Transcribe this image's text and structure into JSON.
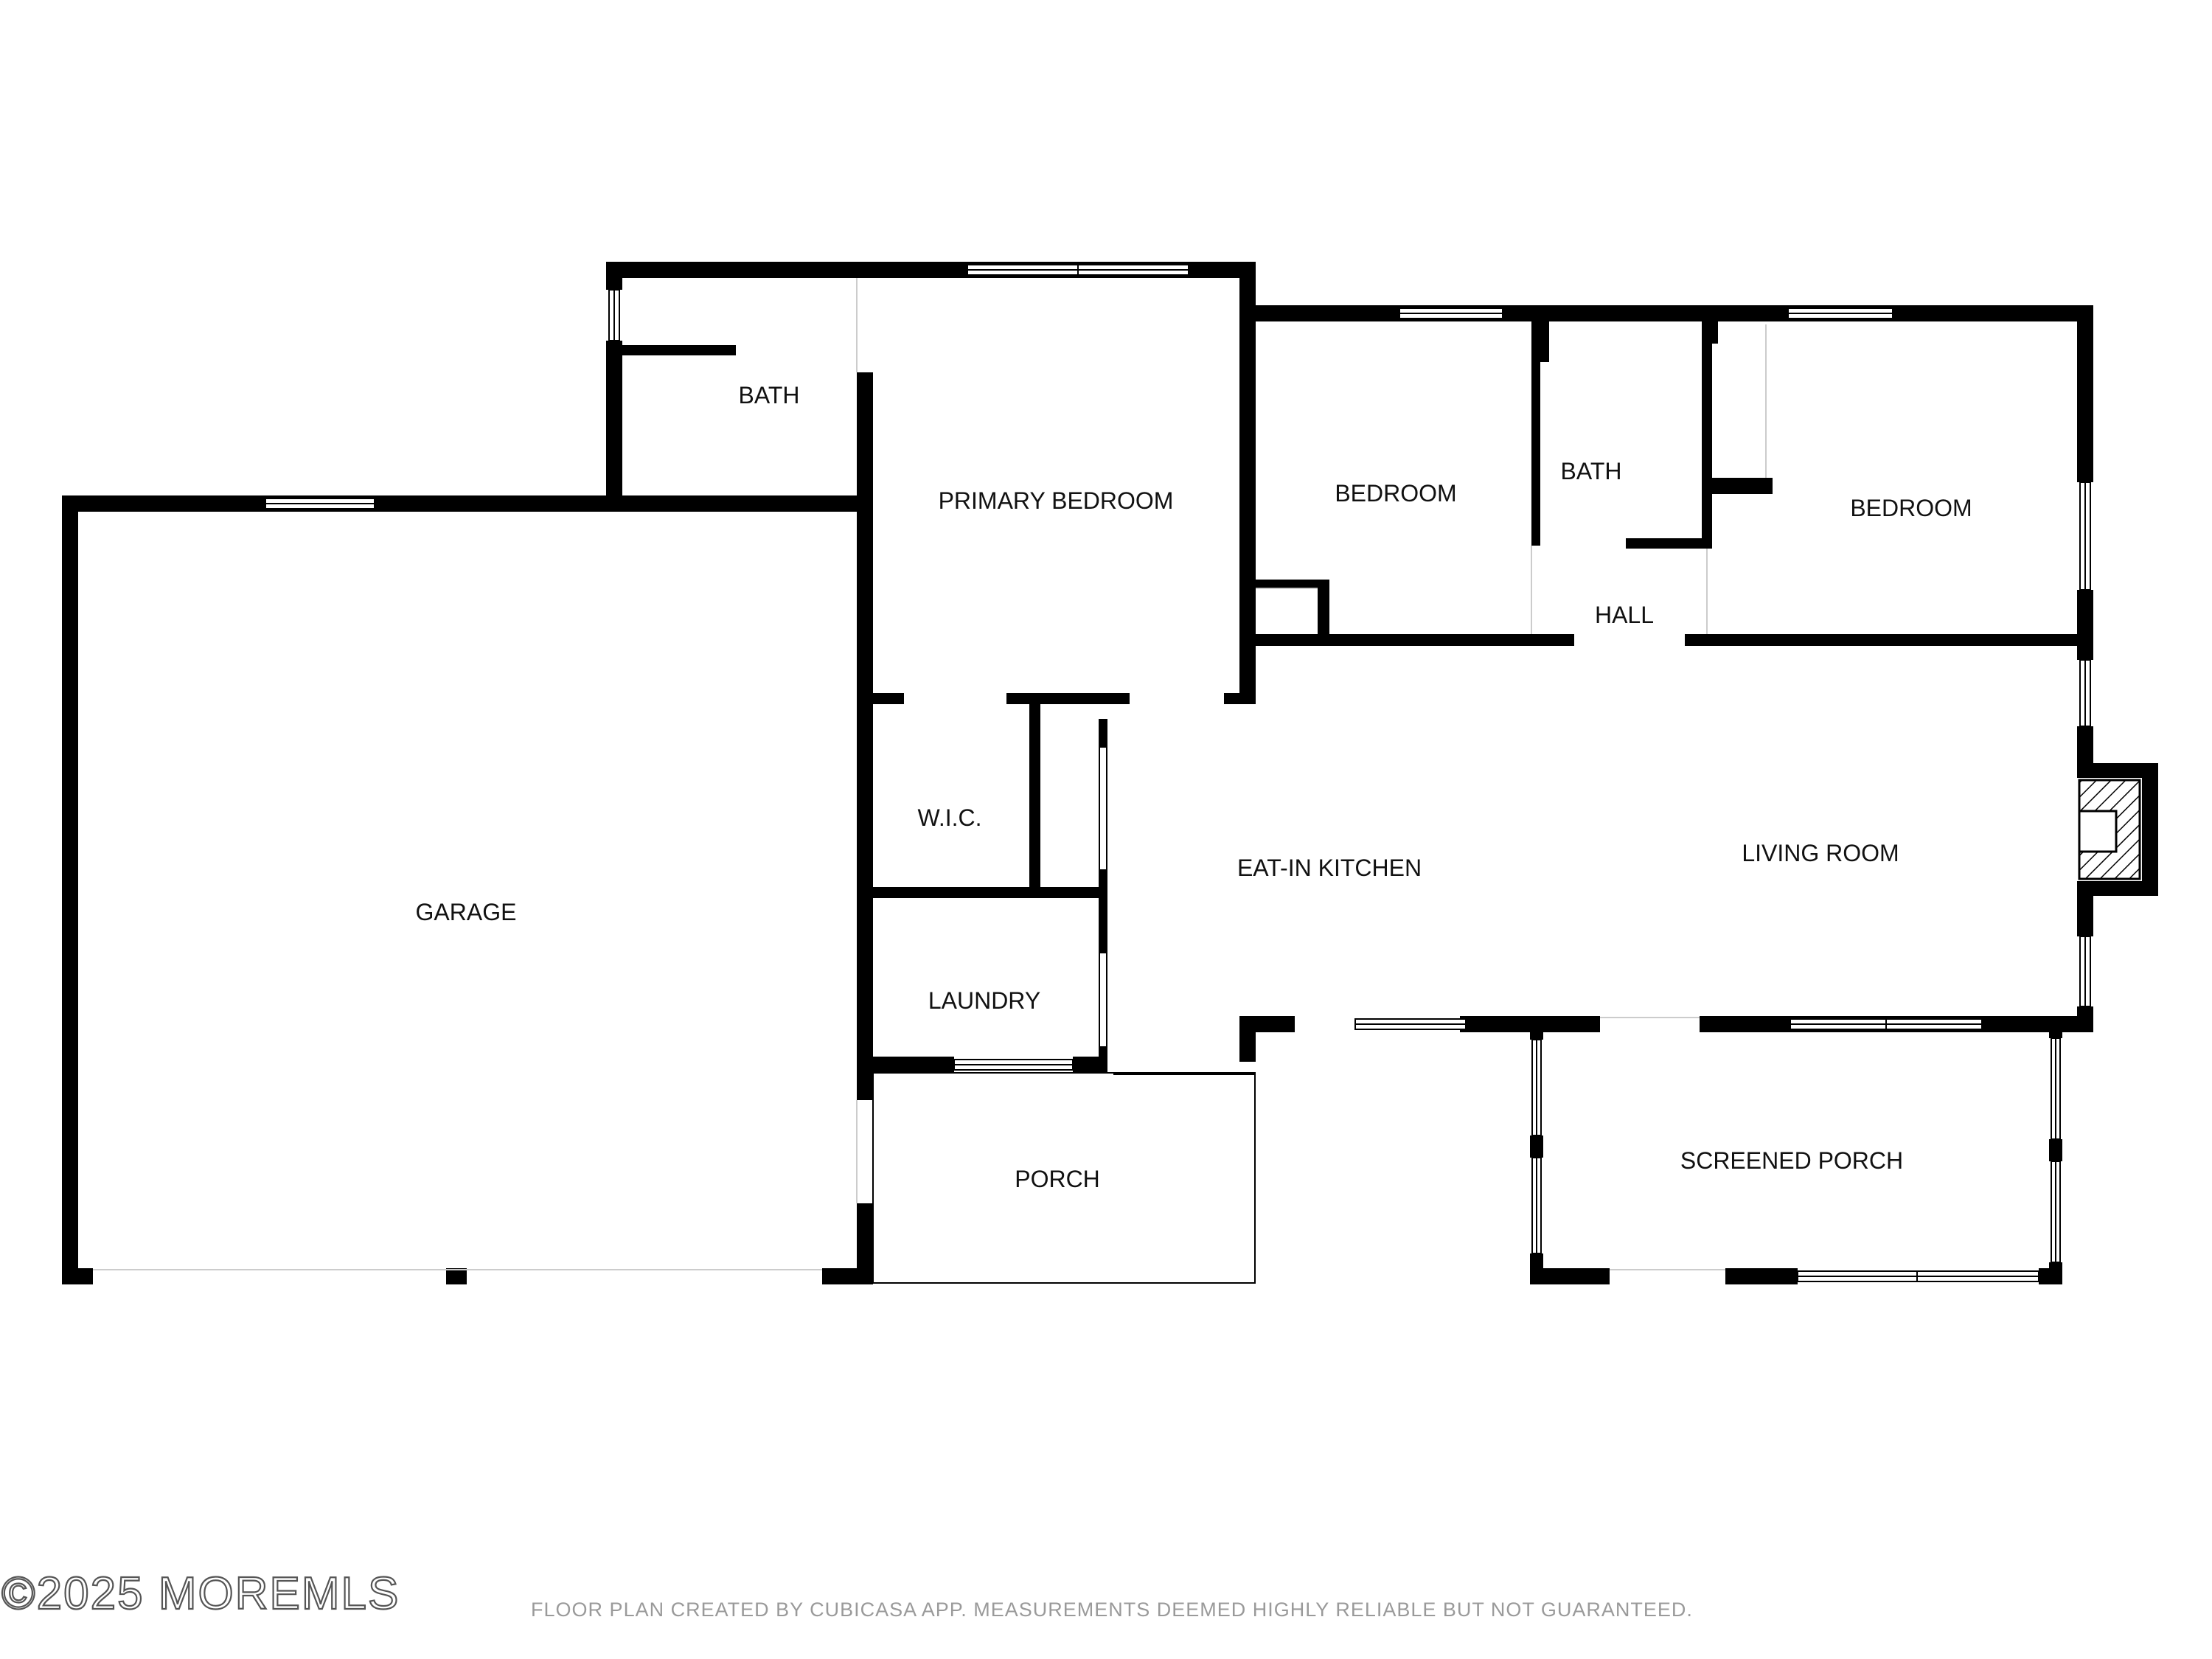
{
  "rooms": {
    "bath_primary": "BATH",
    "primary_bedroom": "PRIMARY BEDROOM",
    "bedroom_middle": "BEDROOM",
    "bath_hall": "BATH",
    "bedroom_right": "BEDROOM",
    "hall": "HALL",
    "garage": "GARAGE",
    "wic": "W.I.C.",
    "eat_in_kitchen": "EAT-IN KITCHEN",
    "living_room": "LIVING ROOM",
    "laundry": "LAUNDRY",
    "porch": "PORCH",
    "screened_porch": "SCREENED PORCH"
  },
  "watermark": "©2025 MOREMLS",
  "disclaimer": "FLOOR PLAN CREATED BY CUBICASA APP. MEASUREMENTS DEEMED HIGHLY RELIABLE BUT NOT GUARANTEED.",
  "colors": {
    "wall": "#000000",
    "window": "#ffffff",
    "label": "#111111",
    "disclaimer": "#9a9a9a"
  }
}
